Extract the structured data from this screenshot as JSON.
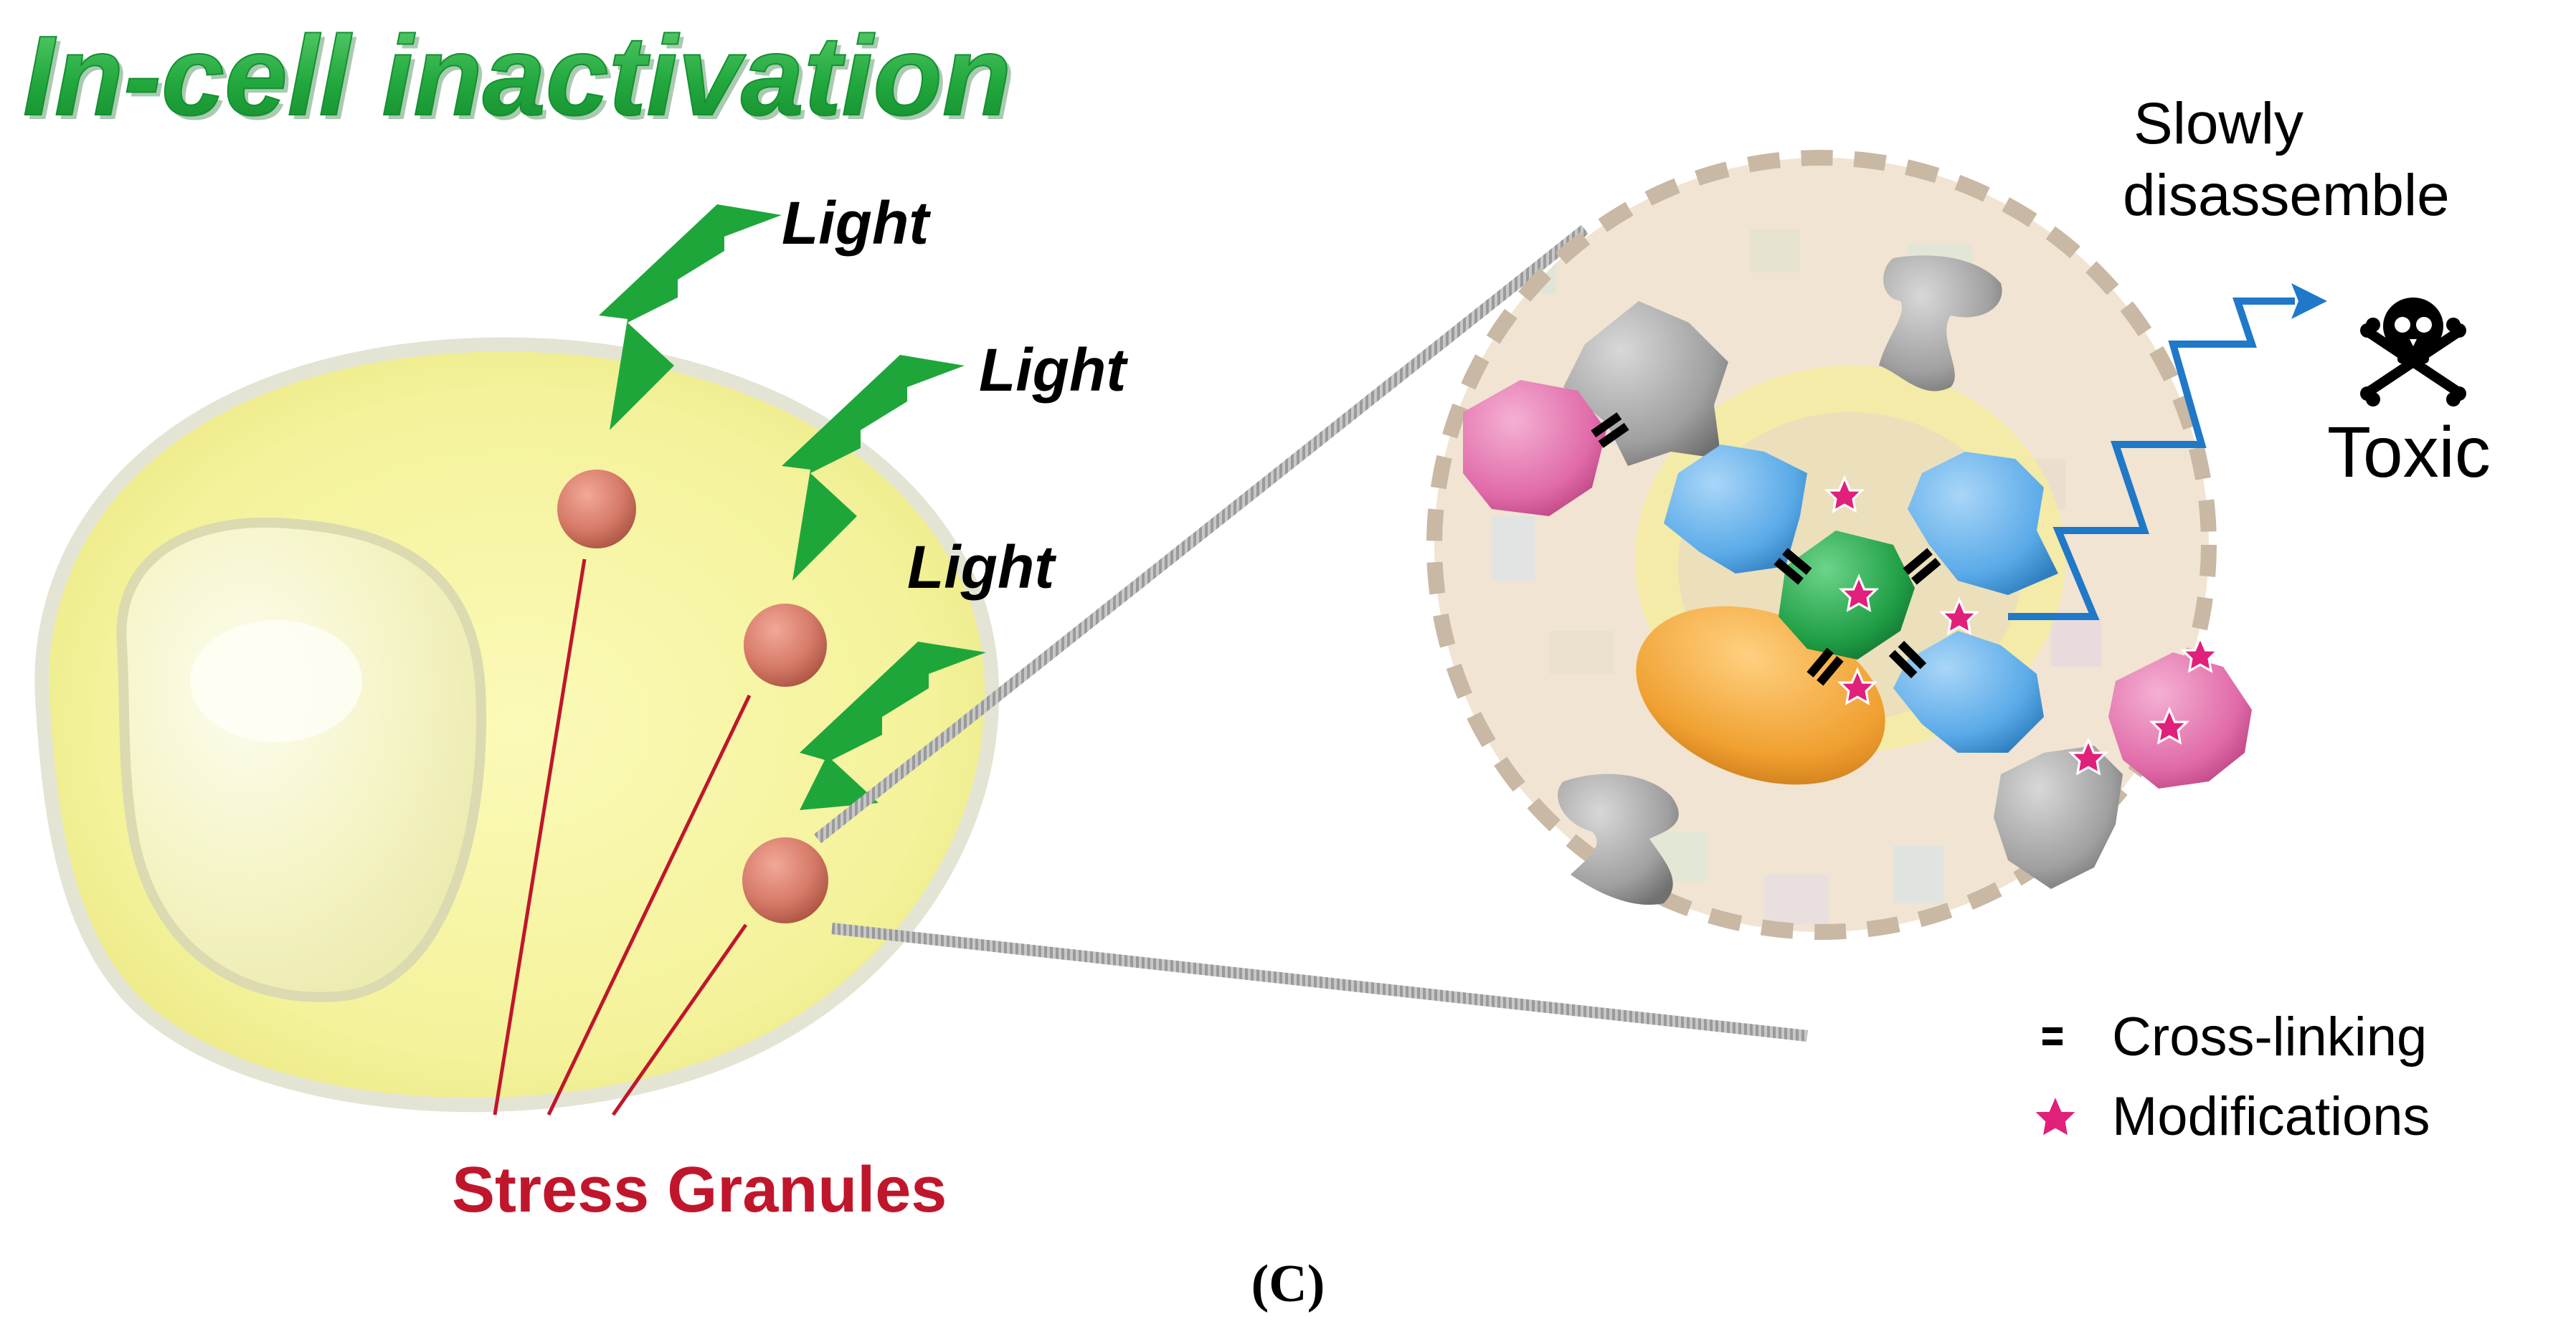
{
  "title": "In-cell inactivation",
  "light_labels": [
    "Light",
    "Light",
    "Light"
  ],
  "granule_label": "Stress Granules",
  "outcome": {
    "line1": "Slowly",
    "line2": "disassemble",
    "toxic": "Toxic",
    "skull_icon": "skull-crossbones-icon"
  },
  "legend": {
    "crosslink_label": "Cross-linking",
    "modification_label": "Modifications"
  },
  "panel_label": "(C)",
  "colors": {
    "title_green": "#2db24a",
    "light_arrow": "#1fa63a",
    "cell": "#f4f29a",
    "nucleus": "#f7f6cc",
    "granule": "#d98070",
    "stress_label": "#c0162c",
    "protein_blue": "#5aaae8",
    "protein_pink": "#e06aa8",
    "protein_gray": "#9c9c9c",
    "protein_green": "#1f9e45",
    "protein_orange": "#f0a030",
    "modification": "#e0207a",
    "disassemble_arrow": "#1f78c8"
  }
}
